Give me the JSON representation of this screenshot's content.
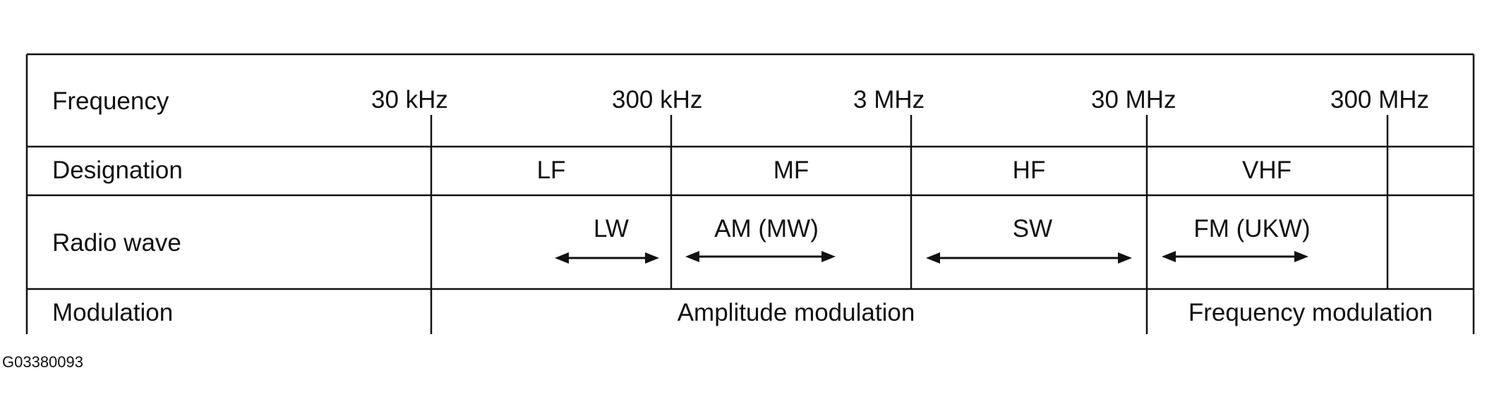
{
  "rows": {
    "frequency": "Frequency",
    "designation": "Designation",
    "radio_wave": "Radio wave",
    "modulation": "Modulation"
  },
  "frequencies": [
    "30 kHz",
    "300 kHz",
    "3 MHz",
    "30 MHz",
    "300 MHz"
  ],
  "designations": [
    "LF",
    "MF",
    "HF",
    "VHF"
  ],
  "radio_waves": [
    "LW",
    "AM (MW)",
    "SW",
    "FM (UKW)"
  ],
  "modulations": [
    "Amplitude modulation",
    "Frequency modulation"
  ],
  "figure_code": "G03380093"
}
